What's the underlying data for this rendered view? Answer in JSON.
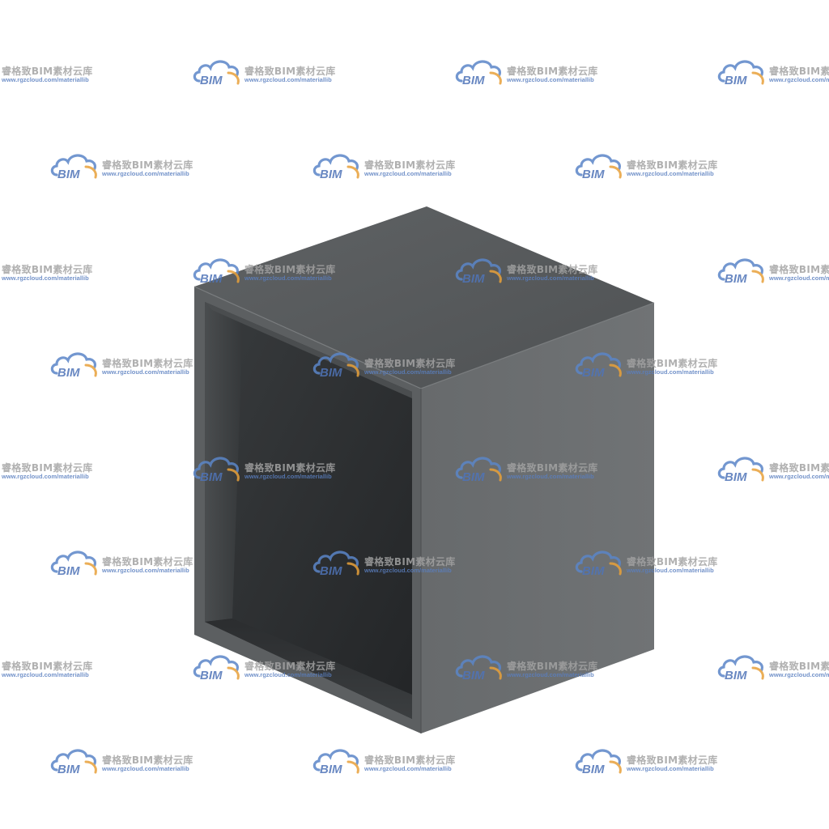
{
  "watermark": {
    "logo_text": "BIM",
    "title": "睿格致BIM素材云库",
    "url": "www.rgzcloud.com/materiallib",
    "logo_icon": "cloud-logo-icon",
    "colors": {
      "cloud": "#5b86c8",
      "logo_text": "#4f74b8",
      "accent_arc": "#e8a13a",
      "title": "#a3a3a3",
      "url": "#5a7fc0"
    }
  },
  "model": {
    "subject": "rectangular-hollow-tube",
    "colors": {
      "top_face": "#56595b",
      "right_face": "#6a6d6f",
      "front_rim": "#5c5f61",
      "inner_dark": "#2e3032",
      "inner_left": "#3f4244",
      "inner_bottom": "#36393b"
    }
  }
}
